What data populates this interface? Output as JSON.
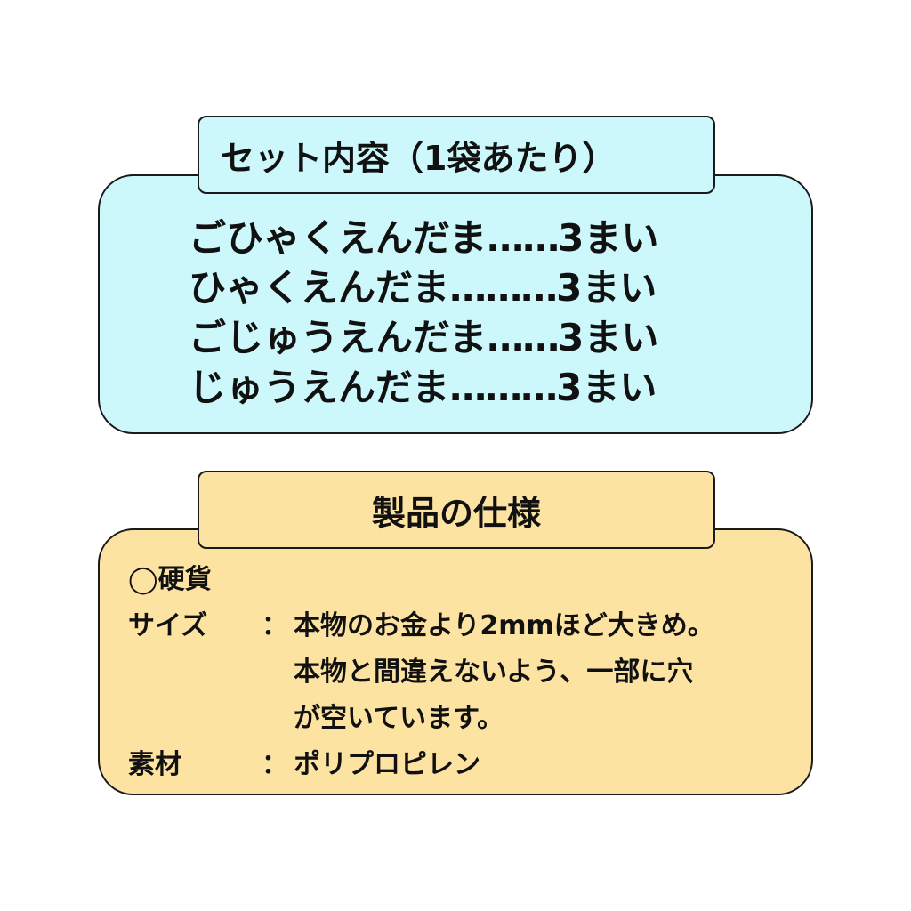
{
  "colors": {
    "contents_panel": "#ccf8fc",
    "contents_tab": "#ccf8fc",
    "specs_panel": "#fde3a1",
    "specs_tab": "#fde3a1",
    "border": "#1a1a1a",
    "text": "#111111"
  },
  "contents": {
    "title": "セット内容（1袋あたり）",
    "items": [
      {
        "name": "ごひゃくえんだま",
        "dots": "……",
        "qty": "3まい"
      },
      {
        "name": "ひゃくえんだま",
        "dots": "………",
        "qty": "3まい"
      },
      {
        "name": "ごじゅうえんだま",
        "dots": "……",
        "qty": "3まい"
      },
      {
        "name": "じゅうえんだま",
        "dots": "………",
        "qty": "3まい"
      }
    ]
  },
  "specs": {
    "title": "製品の仕様",
    "heading": "◯硬貨",
    "size": {
      "label": "サイズ",
      "separator": "：",
      "lines": [
        "本物のお金より2mmほど大きめ。",
        "本物と間違えないよう、一部に穴",
        "が空いています。"
      ]
    },
    "material": {
      "label": "素材",
      "separator": "：",
      "value": "ポリプロピレン"
    }
  }
}
